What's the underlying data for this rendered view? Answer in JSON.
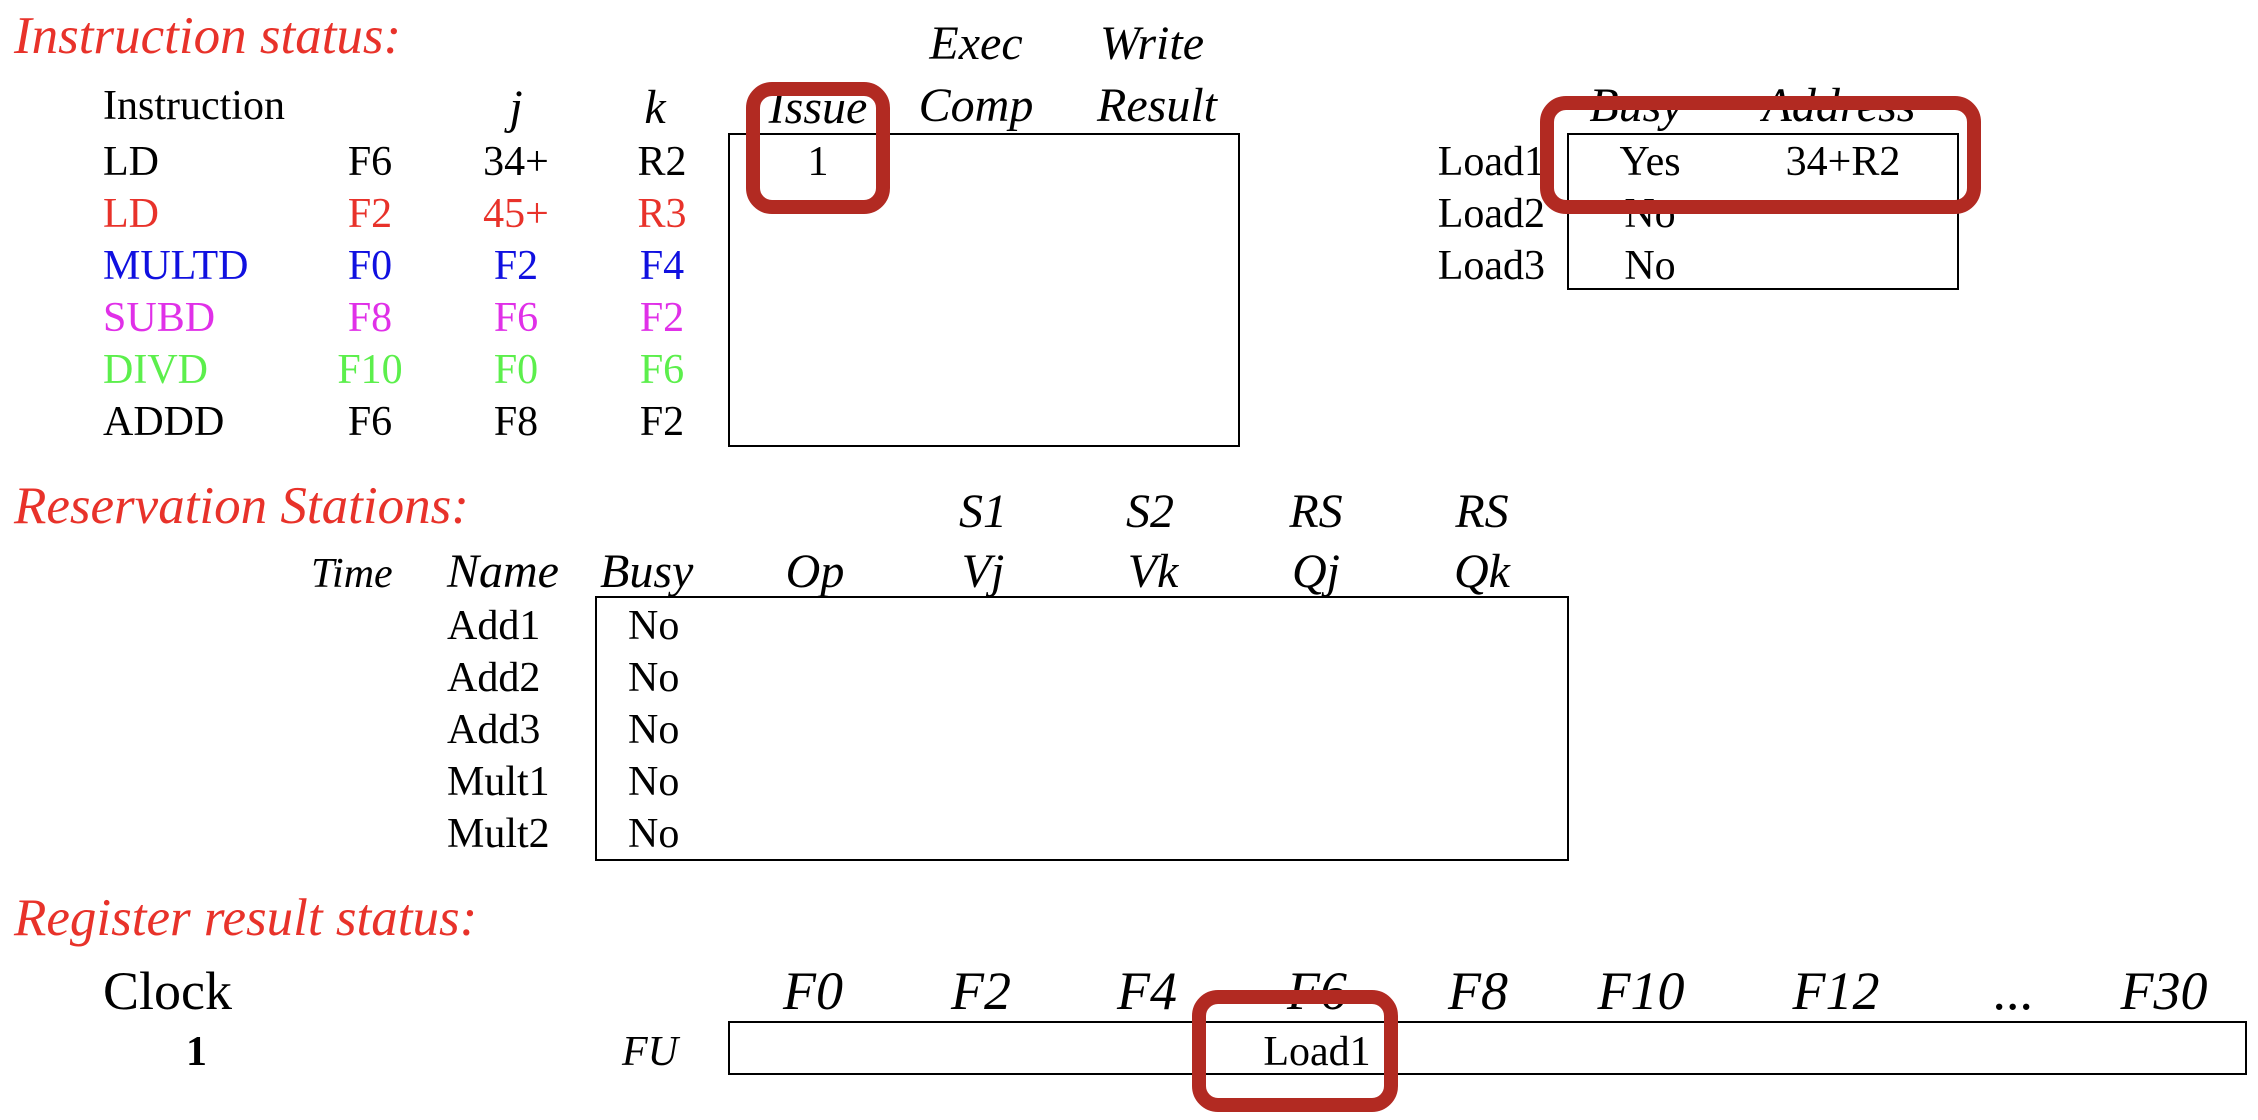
{
  "colors": {
    "section_title": "#e8322a",
    "highlight": "#b22a22",
    "ld2": "#e8322a",
    "multd": "#1010e0",
    "subd": "#e030e8",
    "divd": "#5cef4c",
    "default": "#000000"
  },
  "instruction_status": {
    "title": "Instruction status:",
    "headers": {
      "instruction": "Instruction",
      "j": "j",
      "k": "k",
      "issue": "Issue",
      "exec_top": "Exec",
      "exec_bottom": "Comp",
      "write_top": "Write",
      "write_bottom": "Result"
    },
    "rows": [
      {
        "op": "LD",
        "dest": "F6",
        "j": "34+",
        "k": "R2",
        "issue": "1",
        "exec": "",
        "write": ""
      },
      {
        "op": "LD",
        "dest": "F2",
        "j": "45+",
        "k": "R3",
        "issue": "",
        "exec": "",
        "write": ""
      },
      {
        "op": "MULTD",
        "dest": "F0",
        "j": "F2",
        "k": "F4",
        "issue": "",
        "exec": "",
        "write": ""
      },
      {
        "op": "SUBD",
        "dest": "F8",
        "j": "F6",
        "k": "F2",
        "issue": "",
        "exec": "",
        "write": ""
      },
      {
        "op": "DIVD",
        "dest": "F10",
        "j": "F0",
        "k": "F6",
        "issue": "",
        "exec": "",
        "write": ""
      },
      {
        "op": "ADDD",
        "dest": "F6",
        "j": "F8",
        "k": "F2",
        "issue": "",
        "exec": "",
        "write": ""
      }
    ]
  },
  "load_buffers": {
    "headers": {
      "busy": "Busy",
      "address": "Address"
    },
    "rows": [
      {
        "name": "Load1",
        "busy": "Yes",
        "address": "34+R2"
      },
      {
        "name": "Load2",
        "busy": "No",
        "address": ""
      },
      {
        "name": "Load3",
        "busy": "No",
        "address": ""
      }
    ]
  },
  "reservation_stations": {
    "title": "Reservation Stations:",
    "headers": {
      "time": "Time",
      "name": "Name",
      "busy": "Busy",
      "op": "Op",
      "s1_top": "S1",
      "s1_bottom": "Vj",
      "s2_top": "S2",
      "s2_bottom": "Vk",
      "rsj_top": "RS",
      "rsj_bottom": "Qj",
      "rsk_top": "RS",
      "rsk_bottom": "Qk"
    },
    "rows": [
      {
        "time": "",
        "name": "Add1",
        "busy": "No",
        "op": "",
        "vj": "",
        "vk": "",
        "qj": "",
        "qk": ""
      },
      {
        "time": "",
        "name": "Add2",
        "busy": "No",
        "op": "",
        "vj": "",
        "vk": "",
        "qj": "",
        "qk": ""
      },
      {
        "time": "",
        "name": "Add3",
        "busy": "No",
        "op": "",
        "vj": "",
        "vk": "",
        "qj": "",
        "qk": ""
      },
      {
        "time": "",
        "name": "Mult1",
        "busy": "No",
        "op": "",
        "vj": "",
        "vk": "",
        "qj": "",
        "qk": ""
      },
      {
        "time": "",
        "name": "Mult2",
        "busy": "No",
        "op": "",
        "vj": "",
        "vk": "",
        "qj": "",
        "qk": ""
      }
    ]
  },
  "register_status": {
    "title": "Register result status:",
    "clock_label": "Clock",
    "clock_value": "1",
    "fu_label": "FU",
    "registers": [
      "F0",
      "F2",
      "F4",
      "F6",
      "F8",
      "F10",
      "F12",
      "...",
      "F30"
    ],
    "fu_values": [
      "",
      "",
      "",
      "Load1",
      "",
      "",
      "",
      "",
      ""
    ]
  }
}
